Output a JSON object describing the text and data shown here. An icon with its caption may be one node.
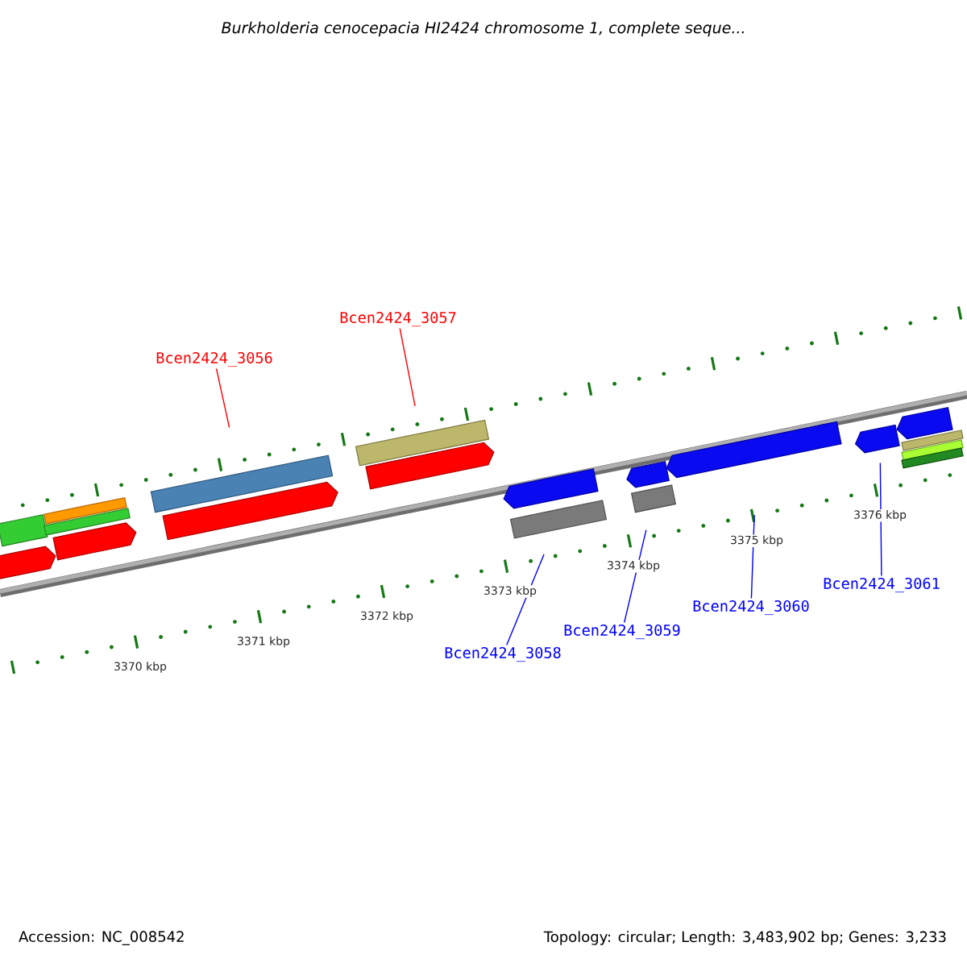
{
  "diagram": {
    "title": "Burkholderia cenocepacia HI2424 chromosome 1, complete seque...",
    "nodes": [
      {
        "text": [
          "Bcen2424_3056"
        ]
      },
      {
        "text": [
          "Bcen2424_3057"
        ]
      },
      {
        "text": [
          "Bcen2424_3058"
        ]
      },
      {
        "text": [
          "Bcen2424_3059"
        ]
      },
      {
        "text": [
          "Bcen2424_3060"
        ]
      },
      {
        "text": [
          "Bcen2424_3061"
        ]
      },
      {
        "text": [],
        "shape": "bar"
      },
      {
        "text": [],
        "shape": "bar"
      },
      {
        "text": [],
        "shape": "bar"
      },
      {
        "text": [],
        "shape": "bar"
      },
      {
        "text": [],
        "shape": "bar"
      },
      {
        "text": [],
        "shape": "bar"
      },
      {
        "text": [],
        "shape": "bar"
      },
      {
        "text": [],
        "shape": "bar"
      },
      {
        "text": [],
        "shape": "bar"
      },
      {
        "text": [],
        "shape": "bar"
      },
      {
        "text": [],
        "shape": "bar"
      },
      {
        "text": [],
        "shape": "bar"
      },
      {
        "text": [],
        "shape": "bar"
      },
      {
        "text": [],
        "shape": "bar"
      },
      {
        "text": [],
        "shape": "bar"
      },
      {
        "text": [],
        "shape": "bar"
      },
      {
        "text": [],
        "shape": "bar"
      },
      {
        "text": [],
        "shape": "bar"
      },
      {
        "text": [],
        "shape": "bar"
      }
    ],
    "edges": [
      {
        "from": 0,
        "to": 11,
        "arrow": "none",
        "color": "#ff0000"
      },
      {
        "from": 1,
        "to": 13,
        "arrow": "none",
        "color": "#ff0000"
      },
      {
        "from": 2,
        "to": 16,
        "arrow": "none"
      },
      {
        "from": 3,
        "to": 18,
        "arrow": "none"
      },
      {
        "from": 4,
        "to": 19,
        "arrow": "none"
      },
      {
        "from": 5,
        "to": 20,
        "arrow": "none"
      }
    ],
    "labels": [
      "3370 kbp",
      "3371 kbp",
      "3372 kbp",
      "3373 kbp",
      "3374 kbp",
      "3375 kbp",
      "3376 kbp",
      "Accession: NC_008542",
      "Topology: circular; Length: 3,483,902 bp; Genes: 3,233"
    ]
  }
}
